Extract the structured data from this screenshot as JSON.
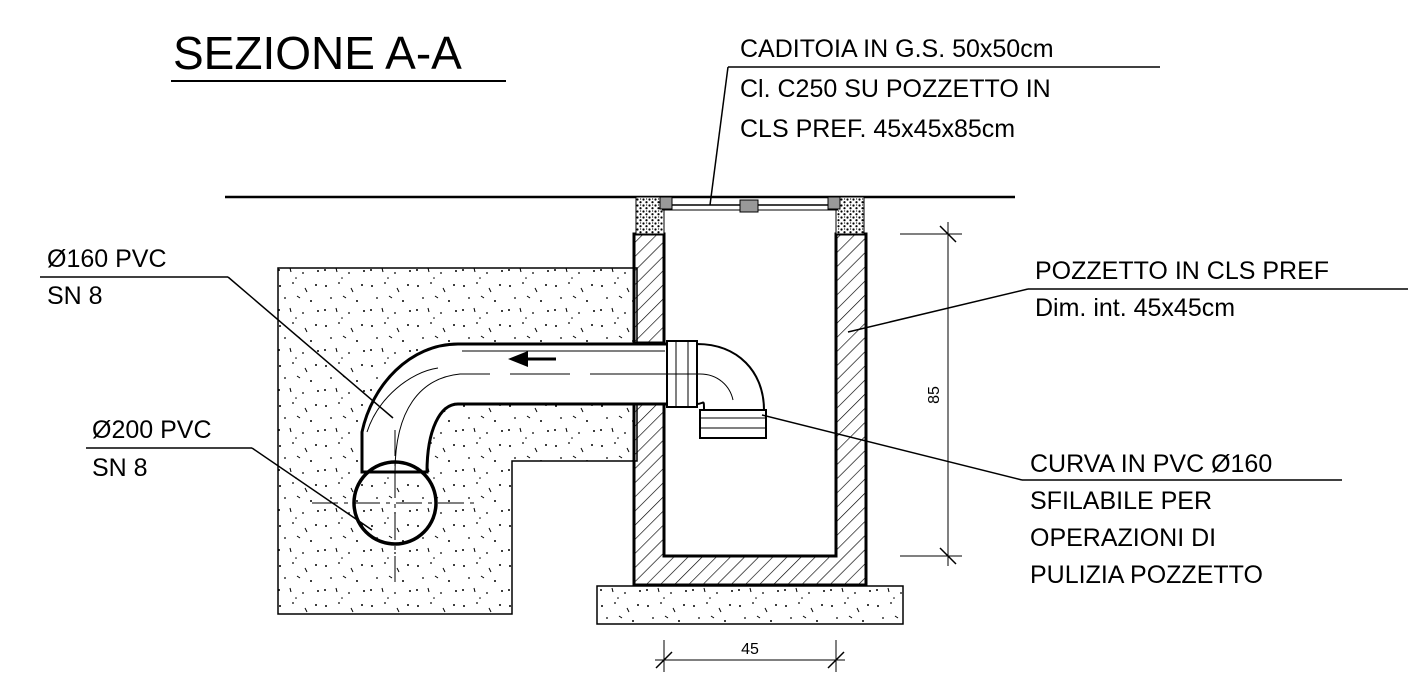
{
  "title": "SEZIONE A-A",
  "labels": {
    "caditoia": [
      "CADITOIA IN G.S. 50x50cm",
      "Cl. C250 SU POZZETTO IN",
      "CLS  PREF. 45x45x85cm"
    ],
    "pipe160": [
      "Ø160 PVC",
      "SN 8"
    ],
    "pipe200": [
      "Ø200 PVC",
      "SN 8"
    ],
    "pozzetto": [
      "POZZETTO IN CLS PREF",
      "Dim. int. 45x45cm"
    ],
    "curva": [
      "CURVA IN PVC Ø160",
      "SFILABILE PER",
      "OPERAZIONI DI",
      "PULIZIA POZZETTO"
    ]
  },
  "dimensions": {
    "height": "85",
    "width": "45"
  }
}
